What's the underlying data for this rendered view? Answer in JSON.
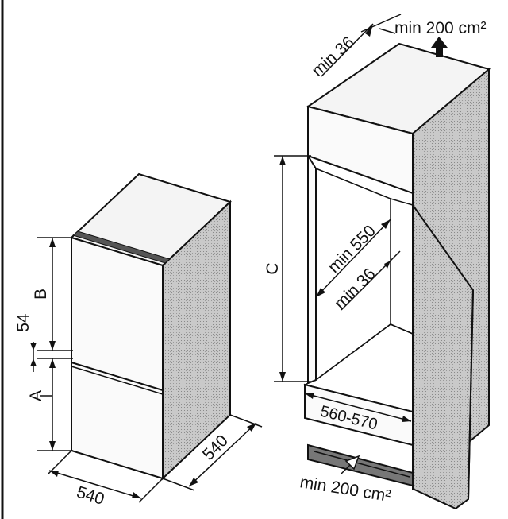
{
  "colors": {
    "front_face": "#fafafa",
    "shaded_side": "#bdbdbd",
    "lines": "#111111",
    "background": "#ffffff"
  },
  "fridge": {
    "dim_b": "B",
    "dim_gap": "54",
    "dim_a": "A",
    "width": "540",
    "depth": "540"
  },
  "niche": {
    "top_clearance": "min 36",
    "top_vent": "min 200 cm²",
    "height": "C",
    "inner_depth": "min 550",
    "side_clearance": "min 36",
    "width": "560-570",
    "bottom_vent": "min 200 cm²"
  }
}
